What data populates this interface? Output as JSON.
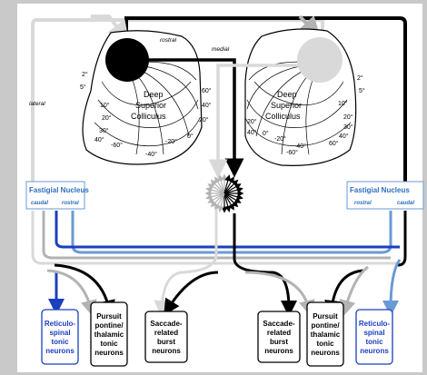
{
  "labels": {
    "rostral": "rostral",
    "medial": "medial",
    "lateral": "lateral",
    "sc_left": [
      "Deep",
      "Superior",
      "Colliculus"
    ],
    "sc_right": [
      "Deep",
      "Superior",
      "Colliculus"
    ],
    "fn_title": "Fastigial Nucleus",
    "fn_left_caudal": "caudal",
    "fn_left_rostral": "rostral",
    "fn_right_rostral": "rostral",
    "fn_right_caudal": "caudal"
  },
  "left_map_ticks": [
    "2°",
    "5°",
    "10°",
    "20°",
    "30°",
    "40°",
    "-60°",
    "-40°",
    "-20°",
    "0°",
    "20°",
    "40°",
    "60°"
  ],
  "right_map_ticks": [
    "2°",
    "5°",
    "10°",
    "20°",
    "30°",
    "40°",
    "60°",
    "-40°",
    "-20°",
    "0°",
    "20°",
    "40°",
    "-60°"
  ],
  "neurons": [
    {
      "lines": [
        "Reticulo-",
        "spinal",
        "tonic",
        "neurons"
      ],
      "blue": true
    },
    {
      "lines": [
        "Pursuit",
        "pontine/",
        "thalamic",
        "tonic",
        "neurons"
      ],
      "blue": false
    },
    {
      "lines": [
        "Saccade-",
        "related",
        "burst",
        "neurons"
      ],
      "blue": false
    },
    {
      "lines": [
        "Saccade-",
        "related",
        "burst",
        "neurons"
      ],
      "blue": false
    },
    {
      "lines": [
        "Pursuit",
        "pontine/",
        "thalamic",
        "tonic",
        "neurons"
      ],
      "blue": false
    },
    {
      "lines": [
        "Reticulo-",
        "spinal",
        "tonic",
        "neurons"
      ],
      "blue": true
    }
  ],
  "colors": {
    "black": "#000000",
    "gray": "#b3b3b3",
    "light_gray": "#d9d9d9",
    "blue_dark": "#1a3fbf",
    "blue_light": "#6a9ad6"
  }
}
